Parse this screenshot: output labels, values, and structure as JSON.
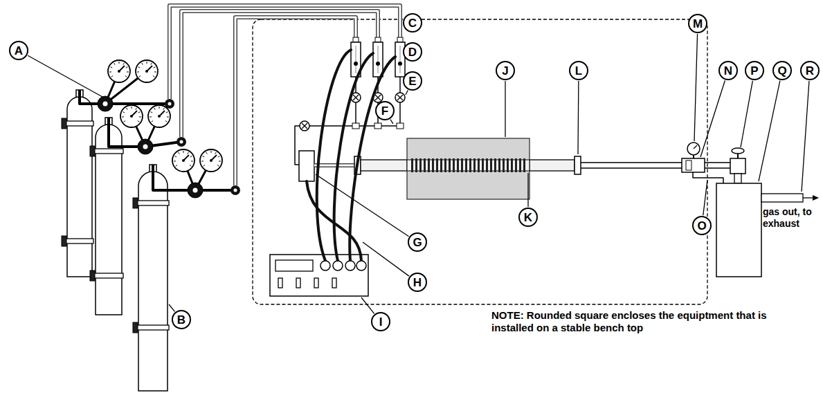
{
  "diagram": {
    "nodes": [
      {
        "text": [
          "C"
        ]
      },
      {
        "text": [
          "M"
        ]
      },
      {
        "text": [
          "A"
        ]
      },
      {
        "text": [
          "D"
        ]
      },
      {
        "text": [
          "J"
        ]
      },
      {
        "text": [
          "L"
        ]
      },
      {
        "text": [
          "N"
        ]
      },
      {
        "text": [
          "P"
        ]
      },
      {
        "text": [
          "Q"
        ]
      },
      {
        "text": [
          "R"
        ]
      },
      {
        "text": [
          "E"
        ]
      },
      {
        "text": [
          "F"
        ]
      },
      {
        "text": [
          "K"
        ]
      },
      {
        "text": [
          "O"
        ]
      },
      {
        "text": [
          "G"
        ]
      },
      {
        "text": [
          "H"
        ]
      },
      {
        "text": [
          "B"
        ]
      },
      {
        "text": [
          "I"
        ]
      }
    ],
    "labels": [
      "gas out, to exhaust",
      "NOTE: Rounded square encloses the equiptment that is installed on a stable bench top"
    ]
  }
}
